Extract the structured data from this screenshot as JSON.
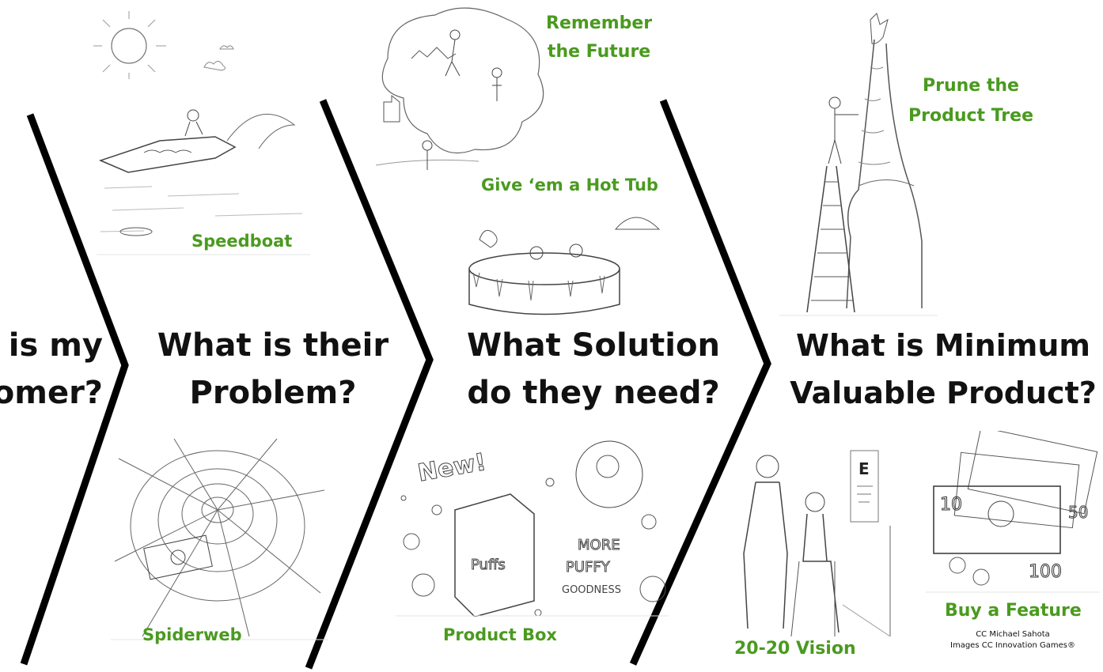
{
  "stages": [
    {
      "line1": "is my",
      "line2": "omer?"
    },
    {
      "line1": "What is their",
      "line2": "Problem?"
    },
    {
      "line1": "What Solution",
      "line2": "do they need?"
    },
    {
      "line1": "What is Minimum",
      "line2": "Valuable Product?"
    }
  ],
  "games": {
    "speedboat": "Speedboat",
    "spiderweb": "Spiderweb",
    "remember_line1": "Remember",
    "remember_line2": "the Future",
    "hot_tub": "Give ‘em a Hot Tub",
    "product_box": "Product Box",
    "prune_line1": "Prune the",
    "prune_line2": "Product Tree",
    "buy_feature": "Buy a Feature",
    "vision": "20-20 Vision"
  },
  "credits": {
    "line1": "CC Michael Sahota",
    "line2": "Images CC Innovation Games®"
  },
  "sketch_text": {
    "box_new": "New!",
    "box_more": "MORE",
    "box_puffy": "PUFFY",
    "box_goodness": "GOODNESS",
    "box_puffs": "Puffs",
    "eye_chart_letter": "E",
    "bill_10": "10",
    "bill_50": "50",
    "bill_100": "100"
  },
  "colors": {
    "game_label": "#4a9a1f",
    "question_text": "#111111",
    "chevron": "#000000"
  }
}
